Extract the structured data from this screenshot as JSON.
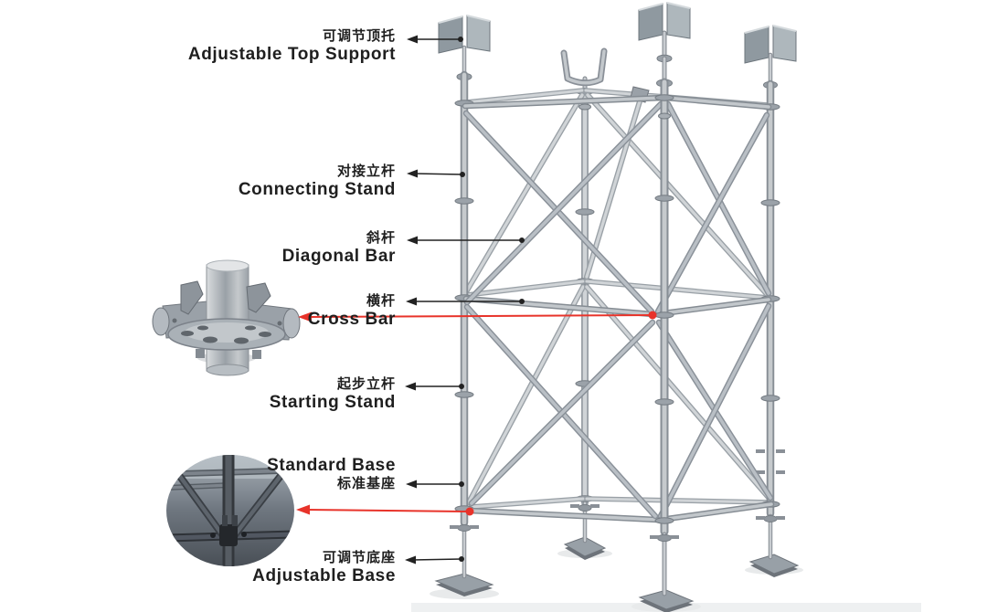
{
  "diagram_title": "Ringlock scaffolding component callout diagram",
  "colors": {
    "background": "#ffffff",
    "callout_black": "#222222",
    "callout_red": "#e8332a",
    "text_ink": "#1f1f1f",
    "metal_light": "#c6cacd",
    "metal_mid": "#a9aeb4",
    "metal_dark": "#878e95"
  },
  "labels": {
    "adjustable_top_support": {
      "zh": "可调节顶托",
      "en": "Adjustable Top Support",
      "arrow_color": "black"
    },
    "connecting_stand": {
      "zh": "对接立杆",
      "en": "Connecting Stand",
      "arrow_color": "black"
    },
    "diagonal_bar": {
      "zh": "斜杆",
      "en": "Diagonal Bar",
      "arrow_color": "black"
    },
    "cross_bar": {
      "zh": "横杆",
      "en": "Cross Bar",
      "arrow_color": "black and red"
    },
    "starting_stand": {
      "zh": "起步立杆",
      "en": "Starting Stand",
      "arrow_color": "black"
    },
    "standard_base": {
      "en": "Standard Base",
      "zh": "标准基座",
      "arrow_color": "black and red"
    },
    "adjustable_base": {
      "zh": "可调节底座",
      "en": "Adjustable Base",
      "arrow_color": "black"
    }
  },
  "insets": {
    "rosette_connector_photo": "ringlock rosette node with wedge-clamped ledger ends",
    "base_joint_photo": "circular photo of base joint with diagonal braces"
  }
}
